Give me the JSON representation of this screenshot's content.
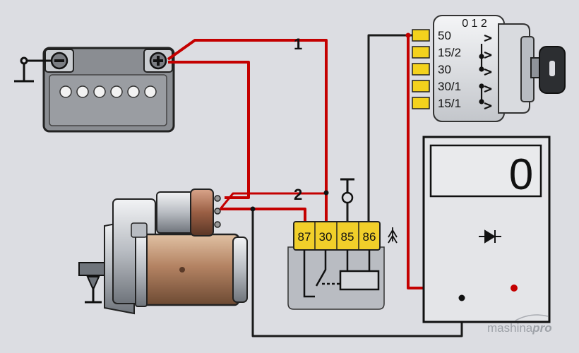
{
  "wire_labels": {
    "one": "1",
    "two": "2"
  },
  "relay": {
    "pins": [
      "87",
      "30",
      "85",
      "86"
    ]
  },
  "ignition_switch": {
    "positions": "0 1 2",
    "terminals": [
      "50",
      "15/2",
      "30",
      "30/1",
      "15/1"
    ]
  },
  "multimeter": {
    "display": "0",
    "mode_symbol": "diode"
  },
  "watermark": {
    "prefix": "mashina",
    "suffix": "pro"
  },
  "colors": {
    "wire_red": "#c40000",
    "wire_black": "#1a1a1a",
    "relay_yellow": "#f1cf2a",
    "terminal_yellow": "#f3d21d",
    "background": "#dcdde2"
  }
}
